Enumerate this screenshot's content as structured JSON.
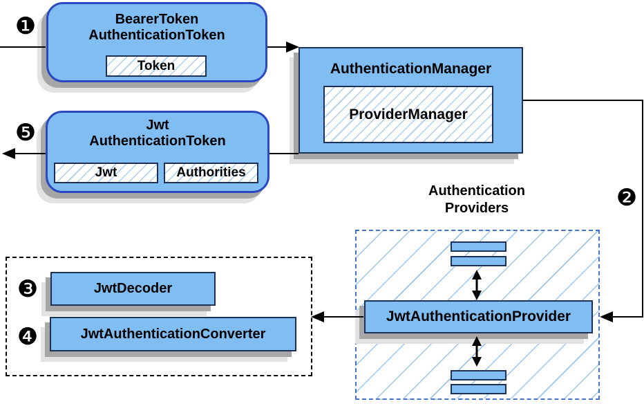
{
  "nodes": {
    "bearer_token": {
      "title": "BearerToken\nAuthenticationToken",
      "token_label": "Token"
    },
    "authentication_manager": {
      "title": "AuthenticationManager",
      "provider_manager_label": "ProviderManager"
    },
    "jwt_authentication_token": {
      "title": "Jwt\nAuthenticationToken",
      "jwt_label": "Jwt",
      "authorities_label": "Authorities"
    },
    "authentication_providers": {
      "title": "Authentication\nProviders",
      "provider_label": "JwtAuthenticationProvider"
    },
    "decoder_group": {
      "decoder_label": "JwtDecoder",
      "converter_label": "JwtAuthenticationConverter"
    }
  },
  "badges": {
    "step1": "❶",
    "step2": "❷",
    "step3": "❸",
    "step4": "❹",
    "step5": "❺"
  },
  "colors": {
    "node_fill": "#7fbdf2",
    "node_border": "#1d3058",
    "rounded_border": "#2a49c0",
    "hatch_line": "#9cc5ee",
    "providers_dash_border": "#4472c4",
    "decoder_dash_border": "#000000",
    "shadow_dark": "#a6a6a6",
    "shadow_light": "#e2e2e2",
    "arrow": "#000000",
    "text": "#000000"
  }
}
